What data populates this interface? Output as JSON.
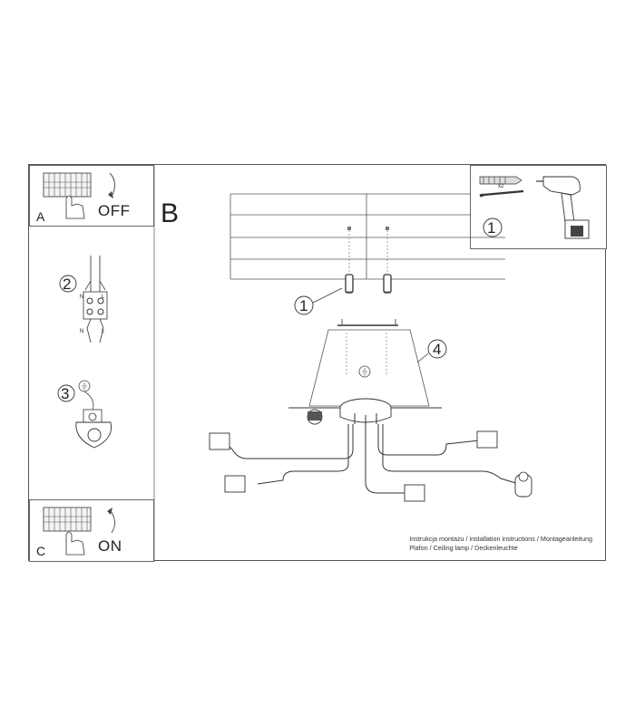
{
  "panels": {
    "a": {
      "letter": "A",
      "state": "OFF"
    },
    "b": {
      "letter": "B"
    },
    "c": {
      "letter": "C",
      "state": "ON"
    }
  },
  "steps": [
    "1",
    "2",
    "3",
    "4"
  ],
  "wiring_labels": {
    "neutral": "N",
    "live": "L"
  },
  "tools": {
    "anchor_qty": "x2"
  },
  "footer": {
    "line1": "Instrukcja montażu / installation instructions / Montageanleitung",
    "line2": "Plafon / Ceiling lamp / Deckenleuchte"
  }
}
